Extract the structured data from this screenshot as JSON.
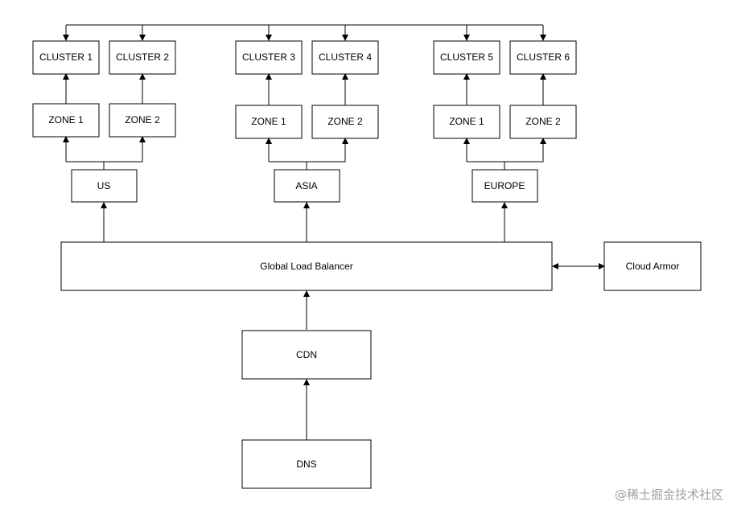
{
  "diagram": {
    "nodes": {
      "cluster1": "CLUSTER 1",
      "cluster2": "CLUSTER 2",
      "cluster3": "CLUSTER 3",
      "cluster4": "CLUSTER 4",
      "cluster5": "CLUSTER 5",
      "cluster6": "CLUSTER 6",
      "us_zone1": "ZONE 1",
      "us_zone2": "ZONE 2",
      "asia_zone1": "ZONE 1",
      "asia_zone2": "ZONE 2",
      "europe_zone1": "ZONE 1",
      "europe_zone2": "ZONE 2",
      "us": "US",
      "asia": "ASIA",
      "europe": "EUROPE",
      "glb": "Global Load Balancer",
      "cloud_armor": "Cloud Armor",
      "cdn": "CDN",
      "dns": "DNS"
    },
    "watermark": "@稀土掘金技术社区"
  }
}
